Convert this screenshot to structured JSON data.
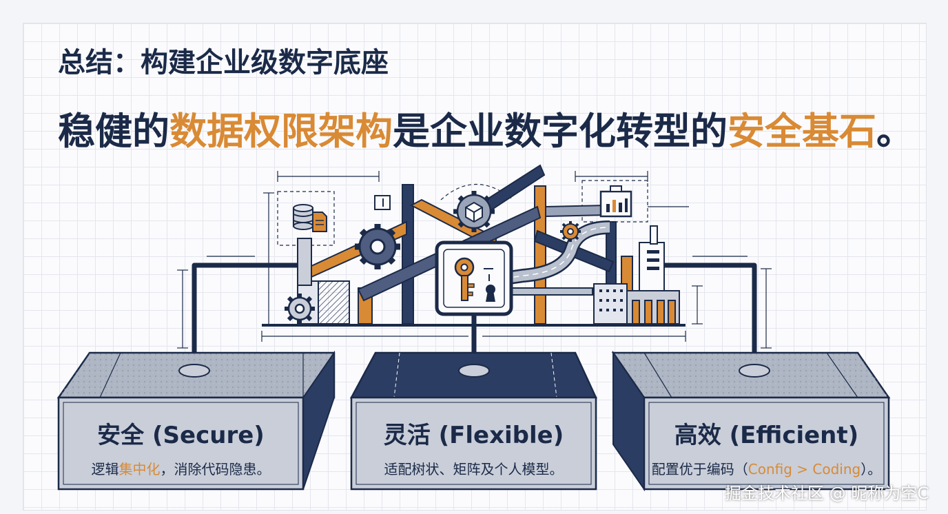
{
  "header": {
    "title": "总结：构建企业级数字底座",
    "subtitle_parts": [
      "稳健的",
      "数据权限架构",
      "是企业数字化转型的",
      "安全基石",
      "。"
    ]
  },
  "pillars": [
    {
      "title": "安全 (Secure)",
      "desc_parts": [
        "逻辑",
        "集中化",
        "，消除代码隐患。"
      ]
    },
    {
      "title": "灵活 (Flexible)",
      "desc_parts": [
        "适配树状、矩阵及个人模型。"
      ]
    },
    {
      "title": "高效 (Efficient)",
      "desc_parts": [
        "配置优于编码（",
        "Config > Coding",
        "）。"
      ]
    }
  ],
  "watermark": "掘金技术社区 @ 昵称为空C",
  "colors": {
    "navy": "#1b2a48",
    "orange": "#d98a34",
    "steel": "#8a94ab",
    "concrete": "#aeb6c4"
  },
  "icons": [
    "key-icon",
    "keyhole-icon",
    "gear-icon",
    "database-icon",
    "document-icon",
    "chart-icon",
    "building-icon",
    "cube-gear-icon"
  ]
}
